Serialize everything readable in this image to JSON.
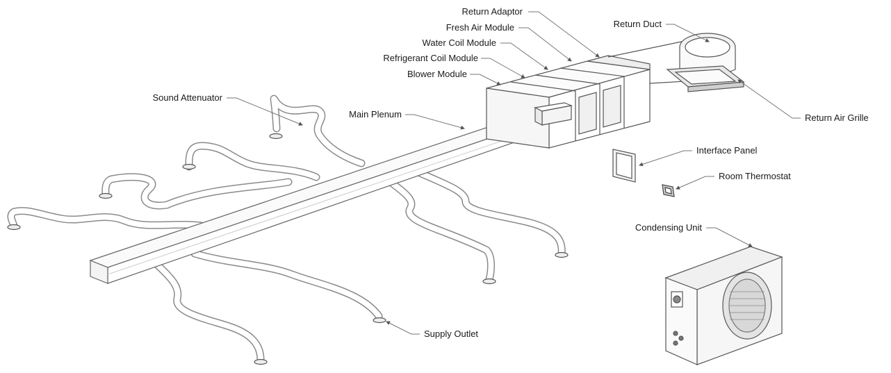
{
  "diagram": {
    "labels": {
      "return_adaptor": "Return Adaptor",
      "fresh_air_module": "Fresh Air Module",
      "water_coil_module": "Water Coil Module",
      "refrigerant_coil_module": "Refrigerant Coil Module",
      "blower_module": "Blower Module",
      "return_duct": "Return Duct",
      "return_air_grille": "Return Air Grille",
      "sound_attenuator": "Sound Attenuator",
      "main_plenum": "Main Plenum",
      "interface_panel": "Interface Panel",
      "room_thermostat": "Room Thermostat",
      "condensing_unit": "Condensing Unit",
      "supply_outlet": "Supply Outlet"
    },
    "colors": {
      "line": "#555555",
      "leader": "#777777",
      "duct": "#9a9a9a",
      "background": "#ffffff"
    }
  }
}
